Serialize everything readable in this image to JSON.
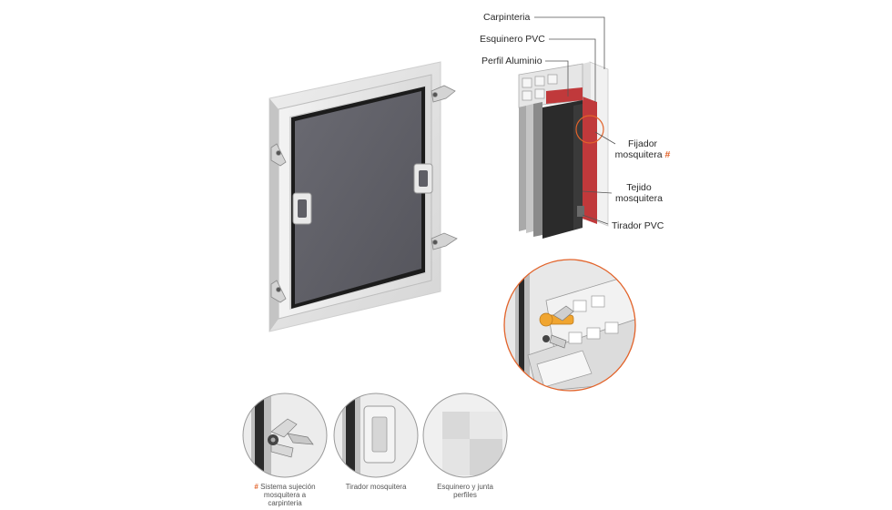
{
  "callouts": {
    "carpinteria": "Carpinteria",
    "esquinero_pvc": "Esquinero PVC",
    "perfil_aluminio": "Perfil Aluminio",
    "fijador_line1": "Fijador",
    "fijador_line2": "mosquitera",
    "fijador_mark": "#",
    "tejido_line1": "Tejido",
    "tejido_line2": "mosquitera",
    "tirador_pvc": "Tirador PVC"
  },
  "details": {
    "sistema_mark": "#",
    "sistema_line1": "Sistema sujeción",
    "sistema_line2": "mosquitera a",
    "sistema_line3": "carpinteria",
    "tirador_caption": "Tirador mosquitera",
    "esquinero_line1": "Esquinero y junta",
    "esquinero_line2": "perfiles"
  },
  "colors": {
    "accent": "#e2632a",
    "screen_mesh": "#5f5f66",
    "gasket_red": "#c0393b",
    "frame_light": "#e4e4e4",
    "pin_yellow": "#f0a530"
  }
}
